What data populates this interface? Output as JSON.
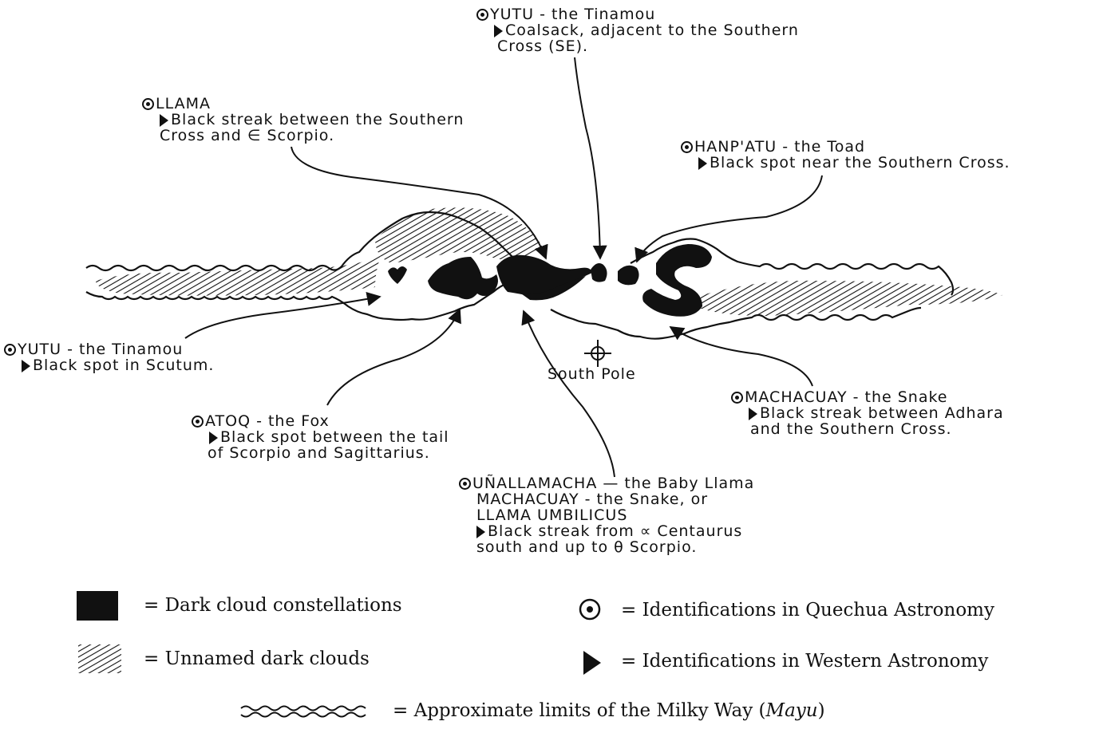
{
  "labels": {
    "yutu_top": {
      "name": "YUTU - the Tinamou",
      "lines": [
        "Coalsack, adjacent to the Southern",
        "Cross (SE)."
      ]
    },
    "llama": {
      "name": "LLAMA",
      "lines": [
        "Black streak between the Southern",
        "Cross and ∈ Scorpio."
      ]
    },
    "hanpatu": {
      "name": "HANP'ATU - the Toad",
      "lines": [
        "Black spot near the Southern Cross."
      ]
    },
    "yutu_left": {
      "name": "YUTU - the Tinamou",
      "lines": [
        "Black spot in Scutum."
      ]
    },
    "atoq": {
      "name": "ATOQ - the Fox",
      "lines": [
        "Black spot between the tail",
        "of Scorpio and Sagittarius."
      ]
    },
    "machacuay": {
      "name": "MACHACUAY - the Snake",
      "lines": [
        "Black streak between Adhara",
        "and the Southern Cross."
      ]
    },
    "unallamacha": {
      "name_lines": [
        "UÑALLAMACHA — the Baby Llama",
        "MACHACUAY - the Snake, or",
        "LLAMA UMBILICUS"
      ],
      "lines": [
        "Black streak from ∝ Centaurus",
        "south and up to θ Scorpio."
      ]
    }
  },
  "south_pole": "South Pole",
  "legend": {
    "dark_cloud": "= Dark cloud constellations",
    "unnamed": "= Unnamed dark clouds",
    "quechua": "= Identifications in Quechua Astronomy",
    "western": "= Identifications in Western Astronomy",
    "milky_way_prefix": "= Approximate limits of the Milky Way (",
    "milky_way_term": "Mayu",
    "milky_way_suffix": ")"
  },
  "colors": {
    "ink": "#111111",
    "background": "#ffffff"
  },
  "icons": [
    "quechua-identification-icon",
    "western-identification-icon",
    "dark-cloud-swatch",
    "hatch-swatch",
    "milky-way-wave-icon",
    "south-pole-crosshair-icon"
  ]
}
